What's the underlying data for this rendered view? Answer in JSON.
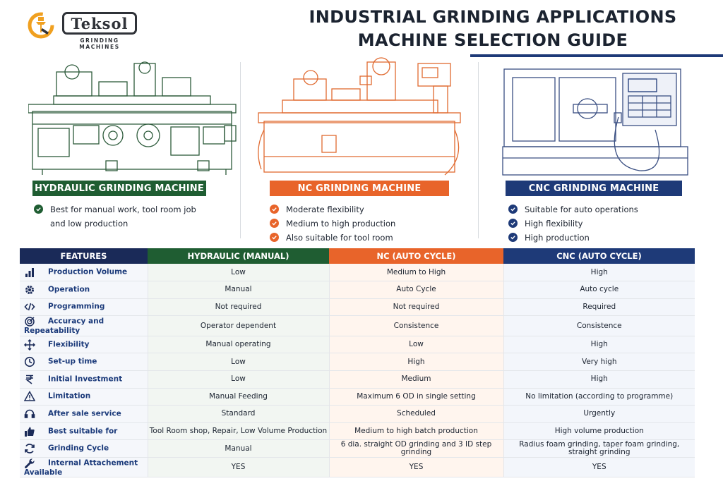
{
  "brand": {
    "name": "Teksol",
    "tagline": "GRINDING MACHINES"
  },
  "title": {
    "line1": "INDUSTRIAL GRINDING APPLICATIONS",
    "line2": "MACHINE SELECTION GUIDE"
  },
  "colors": {
    "hydraulic": "#1f5d32",
    "nc": "#e8642a",
    "cnc": "#1e3a78",
    "features": "#1a2a58"
  },
  "machines": [
    {
      "label": "HYDRAULIC GRINDING MACHINE",
      "points": [
        "Best for manual work, tool room job and low production"
      ]
    },
    {
      "label": "NC GRINDING MACHINE",
      "points": [
        "Moderate flexibility",
        "Medium to high production",
        "Also suitable for tool room"
      ]
    },
    {
      "label": "CNC GRINDING MACHINE",
      "points": [
        "Suitable for auto operations",
        "High flexibility",
        "High production"
      ]
    }
  ],
  "table": {
    "headers": [
      "FEATURES",
      "HYDRAULIC (MANUAL)",
      "NC (AUTO CYCLE)",
      "CNC (AUTO CYCLE)"
    ],
    "rows": [
      {
        "icon": "bar-chart-icon",
        "feature": "Production Volume",
        "hydraulic": "Low",
        "nc": "Medium to High",
        "cnc": "High"
      },
      {
        "icon": "gear-icon",
        "feature": "Operation",
        "hydraulic": "Manual",
        "nc": "Auto Cycle",
        "cnc": "Auto cycle"
      },
      {
        "icon": "code-icon",
        "feature": "Programming",
        "hydraulic": "Not required",
        "nc": "Not required",
        "cnc": "Required"
      },
      {
        "icon": "target-icon",
        "feature": "Accuracy and Repeatability",
        "hydraulic": "Operator dependent",
        "nc": "Consistence",
        "cnc": "Consistence"
      },
      {
        "icon": "move-arrows-icon",
        "feature": "Flexibility",
        "hydraulic": "Manual operating",
        "nc": "Low",
        "cnc": "High"
      },
      {
        "icon": "clock-icon",
        "feature": "Set-up time",
        "hydraulic": "Low",
        "nc": "High",
        "cnc": "Very high"
      },
      {
        "icon": "rupee-icon",
        "feature": "Initial Investment",
        "hydraulic": "Low",
        "nc": "Medium",
        "cnc": "High"
      },
      {
        "icon": "warning-icon",
        "feature": "Limitation",
        "hydraulic": "Manual Feeding",
        "nc": "Maximum 6 OD in single setting",
        "cnc": "No limitation (according to programme)"
      },
      {
        "icon": "headset-icon",
        "feature": "After sale service",
        "hydraulic": "Standard",
        "nc": "Scheduled",
        "cnc": "Urgently"
      },
      {
        "icon": "thumbs-up-icon",
        "feature": "Best suitable for",
        "hydraulic": "Tool Room shop, Repair, Low Volume Production",
        "nc": "Medium to high batch production",
        "cnc": "High volume production"
      },
      {
        "icon": "cycle-icon",
        "feature": "Grinding Cycle",
        "hydraulic": "Manual",
        "nc": "6 dia. straight OD grinding and 3 ID step grinding",
        "cnc": "Radius foam grinding, taper foam grinding, straight grinding"
      },
      {
        "icon": "wrench-icon",
        "feature": "Internal Attachement Available",
        "hydraulic": "YES",
        "nc": "YES",
        "cnc": "YES"
      }
    ]
  }
}
